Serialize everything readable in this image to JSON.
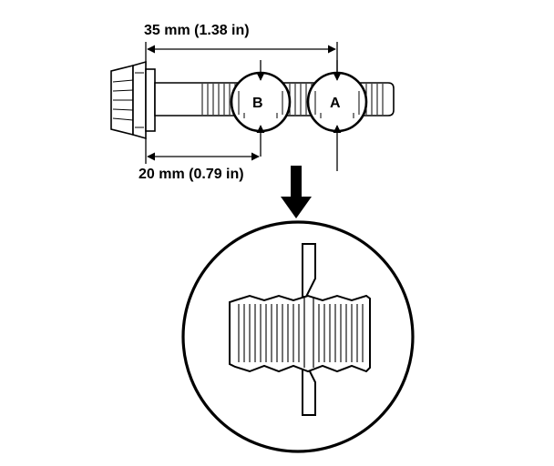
{
  "diagram": {
    "dimension_top": "35 mm (1.38 in)",
    "dimension_bottom": "20 mm (0.79 in)",
    "point_a": "A",
    "point_b": "B"
  }
}
